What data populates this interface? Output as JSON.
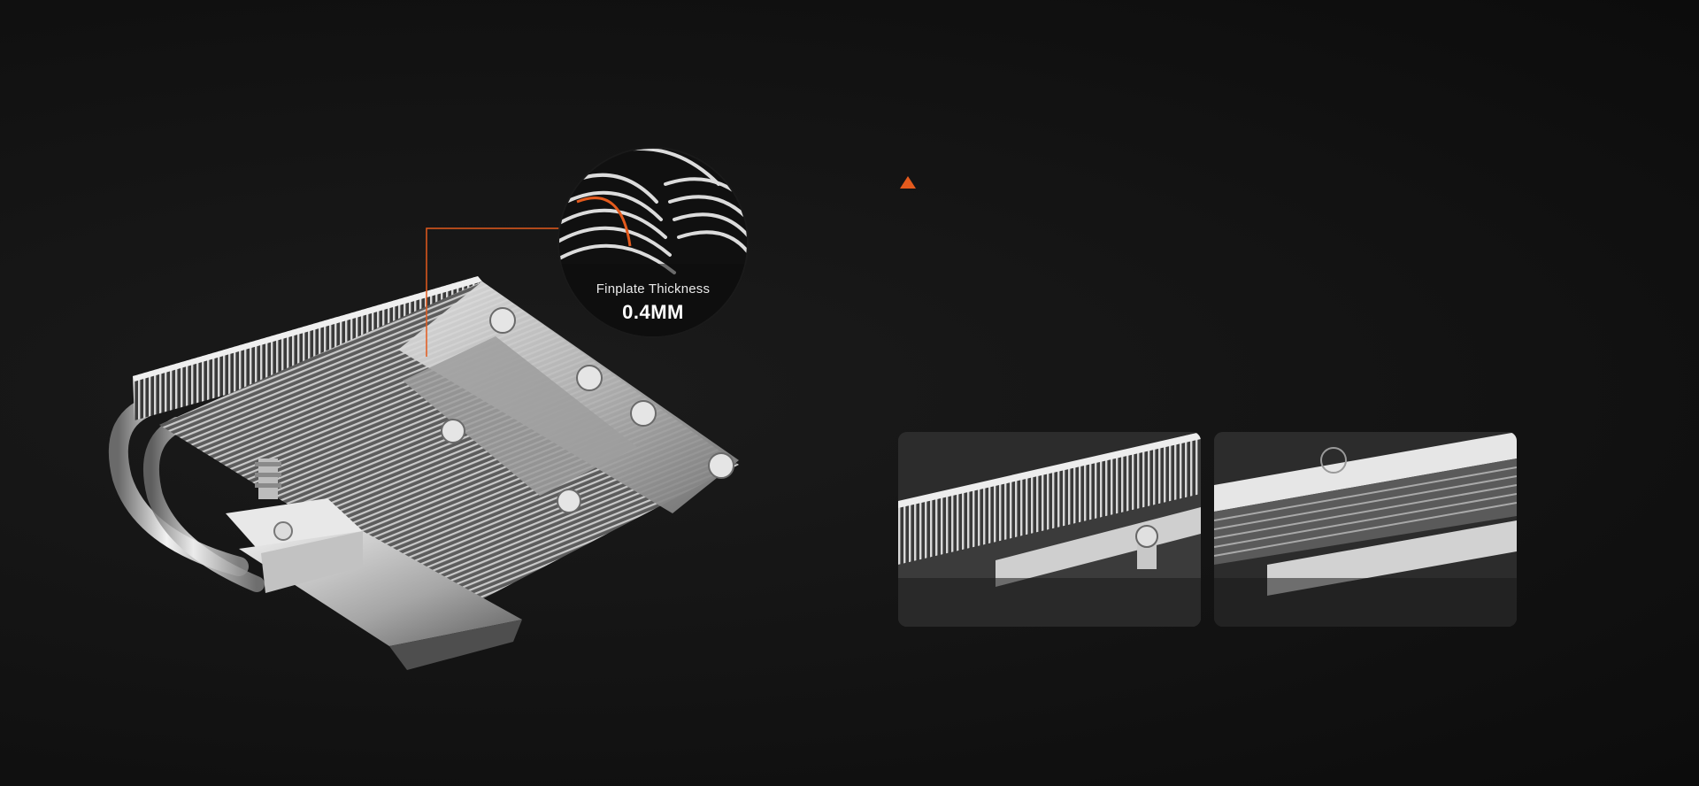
{
  "callout": {
    "label": "Finplate Thickness",
    "value": "0.4MM"
  },
  "colors": {
    "background": "#121212",
    "accent": "#e35a1d",
    "metal_light": "#d9d9d9",
    "metal_dark": "#6d6d6d",
    "text": "#ffffff"
  },
  "thumbnails": [
    {
      "name": "side-fin-stack-closeup"
    },
    {
      "name": "top-plate-closeup"
    }
  ]
}
